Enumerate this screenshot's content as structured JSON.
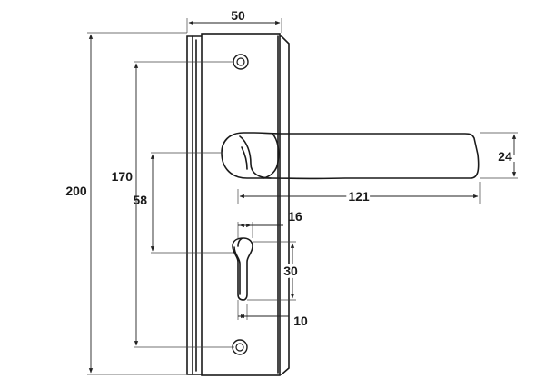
{
  "dimensions": {
    "overall_height": "200",
    "plate_width": "50",
    "screw_spacing": "170",
    "handle_to_keyhole": "58",
    "lever_length": "121",
    "lever_height": "24",
    "keyhole_width": "16",
    "keyhole_height": "30",
    "keyhole_bottom_width": "10"
  }
}
